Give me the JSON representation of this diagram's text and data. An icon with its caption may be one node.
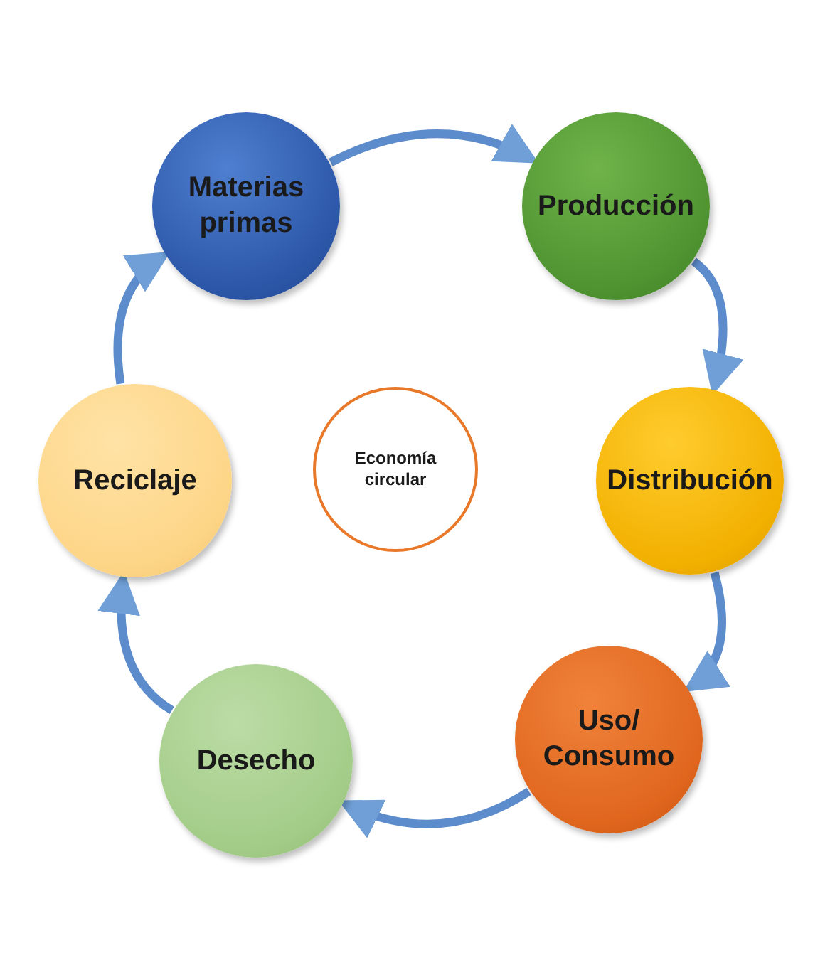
{
  "diagram": {
    "nodes": [
      {
        "text": [
          "Materias primas"
        ]
      },
      {
        "text": [
          "Producción"
        ]
      },
      {
        "text": [
          "Distribución"
        ]
      },
      {
        "text": [
          "Uso/ Consumo"
        ]
      },
      {
        "text": [
          "Desecho"
        ]
      },
      {
        "text": [
          "Reciclaje"
        ]
      },
      {
        "text": [
          "Economía circular"
        ]
      }
    ],
    "edges": [
      {
        "from": 0,
        "to": 1,
        "arrow": "to"
      },
      {
        "from": 1,
        "to": 2,
        "arrow": "to"
      },
      {
        "from": 2,
        "to": 3,
        "arrow": "to"
      },
      {
        "from": 3,
        "to": 4,
        "arrow": "to"
      },
      {
        "from": 4,
        "to": 5,
        "arrow": "to"
      },
      {
        "from": 5,
        "to": 0,
        "arrow": "to"
      }
    ]
  }
}
